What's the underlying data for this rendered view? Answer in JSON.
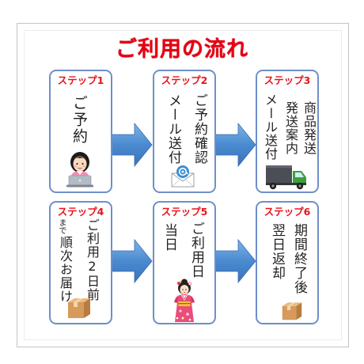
{
  "title": "ご利用の流れ",
  "steps": [
    {
      "label": "ステップ1",
      "text": [
        "ご予約"
      ],
      "icon": "reservation-person-icon"
    },
    {
      "label": "ステップ2",
      "text": [
        "ご予約確認",
        "メール送付"
      ],
      "icon": "email-icon"
    },
    {
      "label": "ステップ3",
      "text": [
        "商品発送",
        "発送案内",
        "メール送付"
      ],
      "icon": "delivery-truck-icon"
    },
    {
      "label": "ステップ4",
      "text": [
        "ご利用2日前",
        "まで",
        "順次お届け"
      ],
      "icon": "cardboard-box-icon"
    },
    {
      "label": "ステップ5",
      "text": [
        "ご利用日",
        "当日"
      ],
      "icon": "kimono-woman-icon"
    },
    {
      "label": "ステップ6",
      "text": [
        "期間終了後",
        "翌日返却"
      ],
      "icon": "cardboard-box-icon"
    }
  ],
  "colors": {
    "title": "#e60012",
    "step_label": "#e8141c",
    "box_border": "#6f8fc8",
    "arrow": "#4a8ad0",
    "frame": "#c4c4c4"
  }
}
